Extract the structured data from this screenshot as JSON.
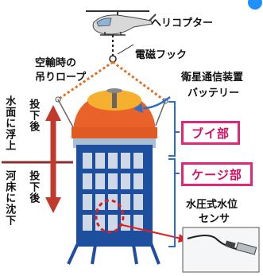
{
  "labels": {
    "helicopter": "ヘリコプター",
    "empty_transport_line1": "空輸時の",
    "empty_transport_line2": "吊りロープ",
    "magnetic_hook": "電磁フック",
    "satellite_line1": "衛星通信装置",
    "satellite_line2": "バッテリー",
    "buoy_part": "ブイ部",
    "cage_part": "ケージ部",
    "sensor_line1": "水圧式水位",
    "sensor_line2": "センサ",
    "left_upper_outer": "水面に浮上",
    "left_upper_inner": "投下後",
    "left_lower_outer": "河床に沈下",
    "left_lower_inner": "投下後"
  },
  "colors": {
    "buoy_top": "#f0a020",
    "buoy_body": "#e8622a",
    "cage": "#1e4f9e",
    "arrow_red": "#c0392b",
    "rope": "#e07020",
    "box_border": "#e0287a",
    "box_text": "#d01060",
    "bracket": "#2a6fc9"
  }
}
